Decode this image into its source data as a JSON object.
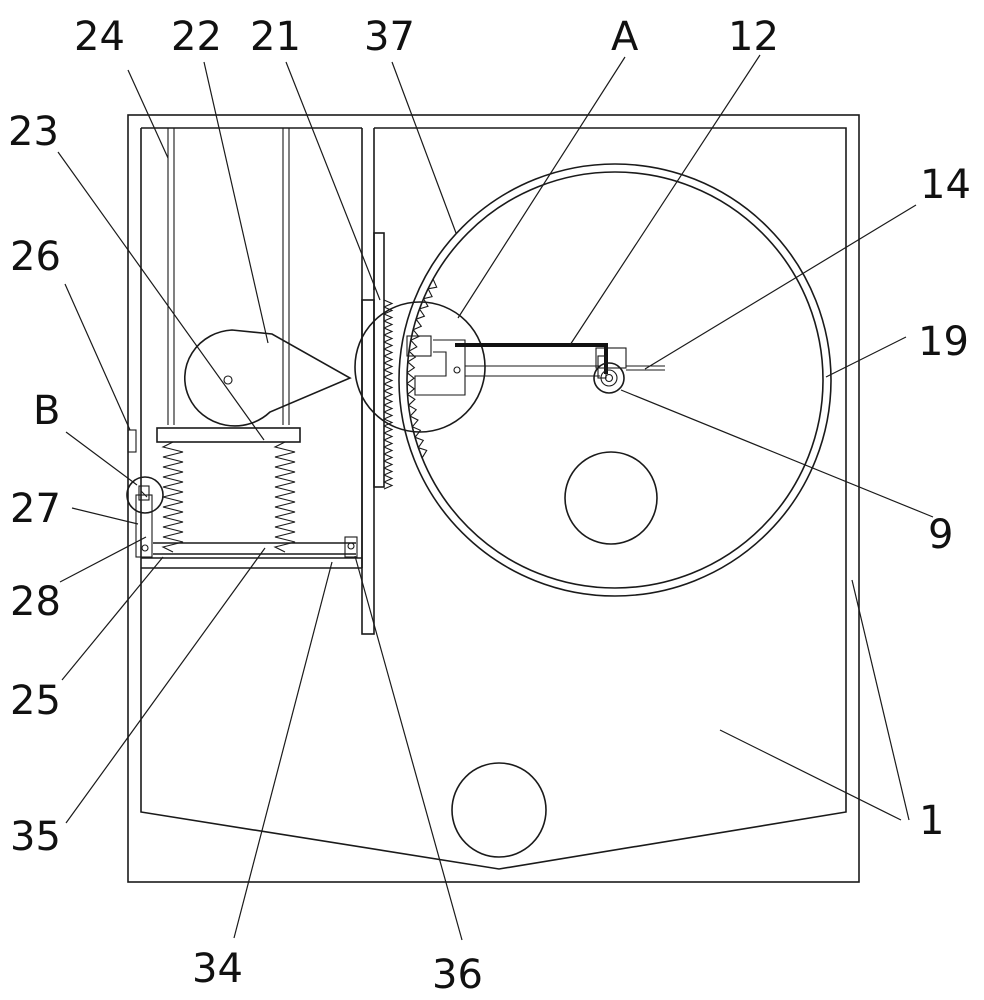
{
  "labels": {
    "l24": "24",
    "l22": "22",
    "l21": "21",
    "l37": "37",
    "lA": "A",
    "l12": "12",
    "l23": "23",
    "l14": "14",
    "l26": "26",
    "l19": "19",
    "lB": "B",
    "l27": "27",
    "l9": "9",
    "l28": "28",
    "l25": "25",
    "l1": "1",
    "l35": "35",
    "l34": "34",
    "l36": "36"
  },
  "colors": {
    "stroke": "#1a1a1a",
    "background": "#ffffff"
  }
}
